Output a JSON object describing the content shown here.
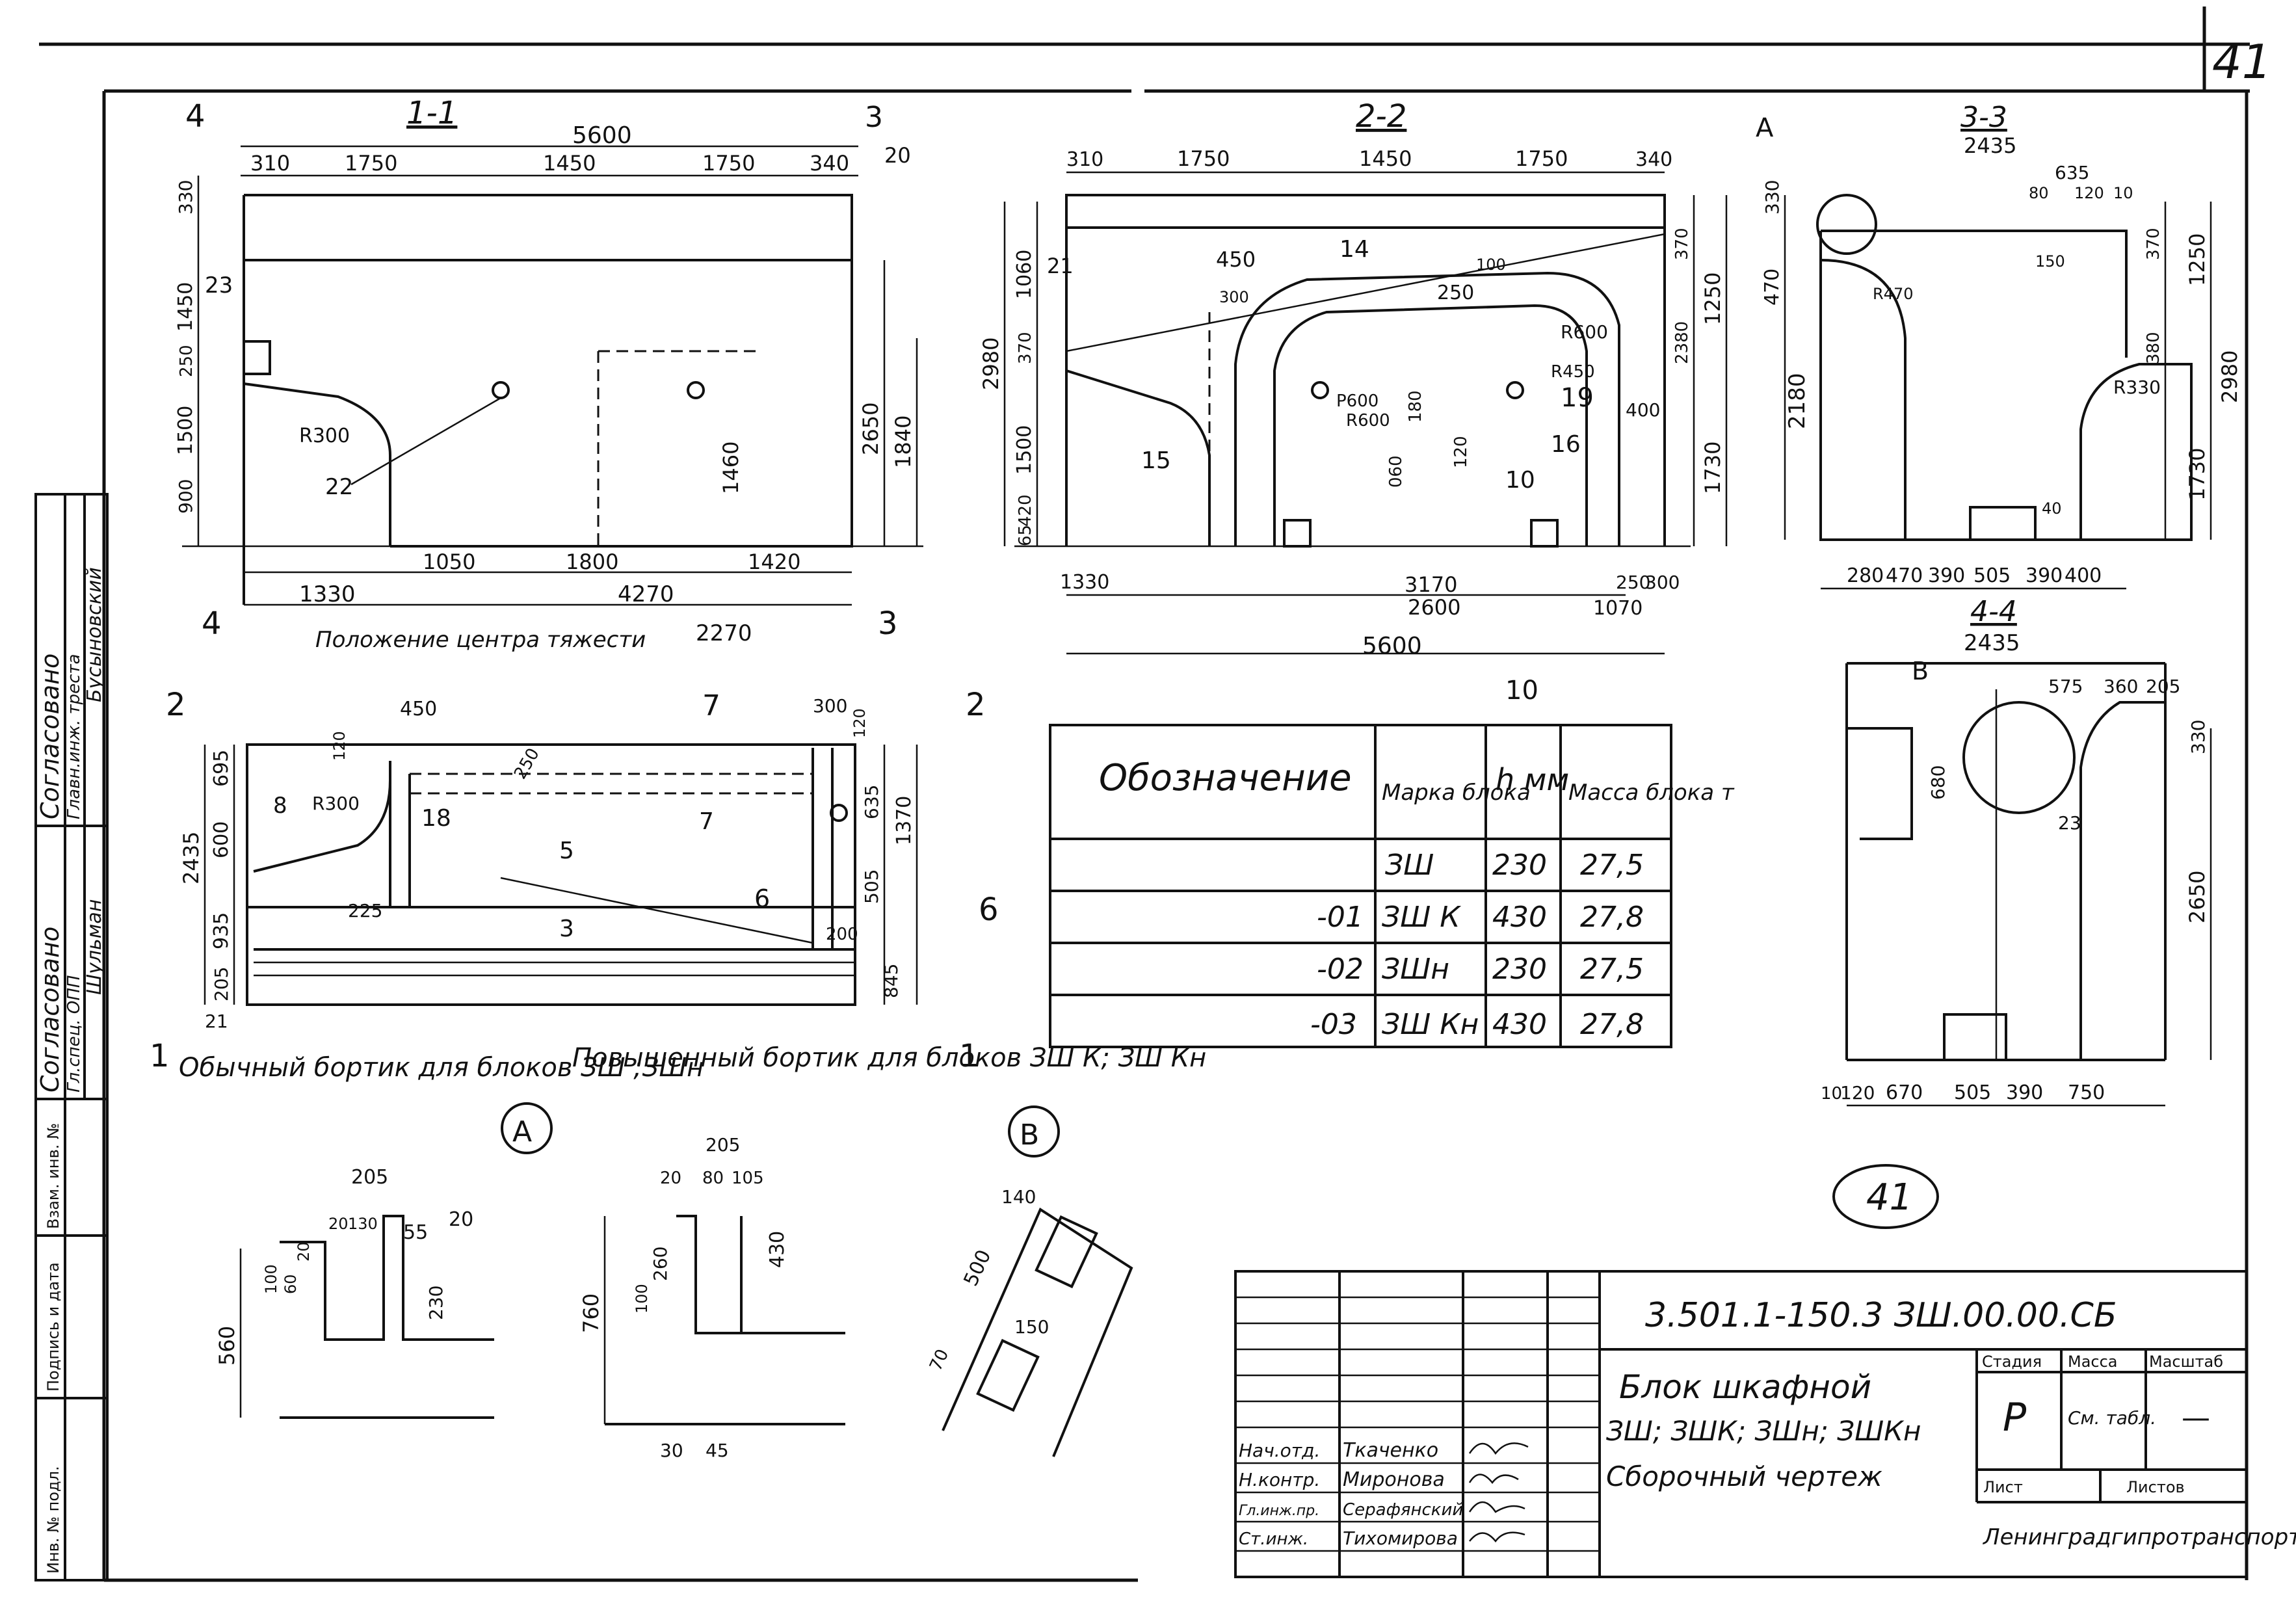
{
  "sheet_number": "41",
  "stamp_number": "41",
  "sections": {
    "s11": {
      "title": "1-1",
      "overall": "5600",
      "top_dims": [
        "310",
        "1750",
        "1450",
        "1750",
        "340"
      ],
      "left_dims": [
        "330",
        "1450",
        "250",
        "1500",
        "900"
      ],
      "right_dims": [
        "2650",
        "1840"
      ],
      "bottom_dims": [
        "1330",
        "1050",
        "1800",
        "1420",
        "4270",
        "2270"
      ],
      "inner": [
        "1460",
        "R300"
      ],
      "callouts": [
        "20",
        "23",
        "22"
      ],
      "cuts": [
        "4",
        "3"
      ],
      "cg_note": "Положение центра тяжести"
    },
    "s22": {
      "title": "2-2",
      "overall": "5600",
      "top_dims": [
        "310",
        "1750",
        "1450",
        "1750",
        "340"
      ],
      "left_dims": [
        "2980",
        "1060",
        "370",
        "1500",
        "420",
        "65"
      ],
      "right_dims": [
        "1250",
        "1730",
        "2380",
        "370",
        "400"
      ],
      "bottom_dims": [
        "1330",
        "3170",
        "2600",
        "1070",
        "250",
        "300"
      ],
      "inner": [
        "450",
        "300",
        "250",
        "100",
        "R600",
        "R450",
        "R600",
        "P600",
        "180",
        "120",
        "060"
      ],
      "callouts": [
        "21",
        "14",
        "15",
        "16",
        "19",
        "10"
      ]
    },
    "s33": {
      "title": "3-3",
      "overall": "2435",
      "top_dims": [
        "635",
        "80",
        "120",
        "10"
      ],
      "left_dims": [
        "330",
        "470",
        "2180"
      ],
      "right_dims": [
        "1250",
        "2980",
        "1730",
        "370",
        "380"
      ],
      "bottom_dims": [
        "280",
        "470",
        "390",
        "505",
        "390",
        "400"
      ],
      "inner": [
        "R470",
        "R330",
        "150",
        "40"
      ],
      "callouts": [
        "A"
      ]
    },
    "s44": {
      "title": "4-4",
      "overall": "2435",
      "top_dims": [
        "575",
        "360",
        "205"
      ],
      "left_dims": [
        "680"
      ],
      "right_dims": [
        "330",
        "2650"
      ],
      "bottom_dims": [
        "10",
        "120",
        "670",
        "505",
        "390",
        "750"
      ],
      "callouts": [
        "B",
        "23"
      ]
    }
  },
  "plan": {
    "left_dims": [
      "695",
      "600",
      "935",
      "205",
      "2435"
    ],
    "right_dims": [
      "635",
      "1370",
      "505",
      "845"
    ],
    "inner": [
      "450",
      "120",
      "R300",
      "250",
      "225",
      "300",
      "120",
      "200"
    ],
    "callouts": [
      "18",
      "8",
      "5",
      "3",
      "6",
      "7",
      "21"
    ],
    "cuts": [
      "2",
      "7",
      "2",
      "6",
      "1",
      "1"
    ],
    "note_a": "Обычный бортик для блоков ЗШ ;ЗШн",
    "note_b": "Повышенный бортик для блоков ЗШ К; ЗШ Кн"
  },
  "details": {
    "A": {
      "label": "A",
      "dims": [
        "205",
        "20",
        "130",
        "55",
        "20",
        "560",
        "100",
        "60",
        "20",
        "230"
      ]
    },
    "A2": {
      "dims": [
        "205",
        "20",
        "80",
        "105",
        "760",
        "100",
        "260",
        "430",
        "30",
        "45"
      ]
    },
    "B": {
      "label": "B",
      "dims": [
        "140",
        "500",
        "150",
        "70"
      ]
    }
  },
  "table": {
    "headers": [
      "Обозначение",
      "Марка блока",
      "h мм",
      "Масса блока т"
    ],
    "rows": [
      [
        "",
        "ЗШ",
        "230",
        "27,5"
      ],
      [
        "-01",
        "ЗШ К",
        "430",
        "27,8"
      ],
      [
        "-02",
        "ЗШн",
        "230",
        "27,5"
      ],
      [
        "-03",
        "ЗШ Кн",
        "430",
        "27,8"
      ]
    ]
  },
  "side_stamp": {
    "agreed1": "Согласовано",
    "agreed1_role": "Главн.инж. треста",
    "agreed1_name": "Бусыновский",
    "agreed2": "Согласовано",
    "agreed2_role": "Гл.спец. ОПП",
    "agreed2_name": "Шульман",
    "fields": [
      "Инв. № подл.",
      "Подпись и дата",
      "Взам. инв. №"
    ]
  },
  "title_block": {
    "code": "3.501.1-150.3 ЗШ.00.00.СБ",
    "name_line1": "Блок шкафной",
    "name_line2": "ЗШ; ЗШК; ЗШн; ЗШКн",
    "name_line3": "Сборочный чертеж",
    "stage_label": "Стадия",
    "stage": "Р",
    "mass_label": "Масса",
    "mass": "См. табл.",
    "scale_label": "Масштаб",
    "scale": "—",
    "sheet_label": "Лист",
    "sheets_label": "Листов",
    "org": "Ленинградгипротранспорт",
    "staff": [
      {
        "role": "Нач.отд.",
        "name": "Ткаченко"
      },
      {
        "role": "Н.контр.",
        "name": "Миронова"
      },
      {
        "role": "Гл.инж.пр.",
        "name": "Серафянский"
      },
      {
        "role": "Ст.инж.",
        "name": "Тихомирова"
      }
    ]
  }
}
